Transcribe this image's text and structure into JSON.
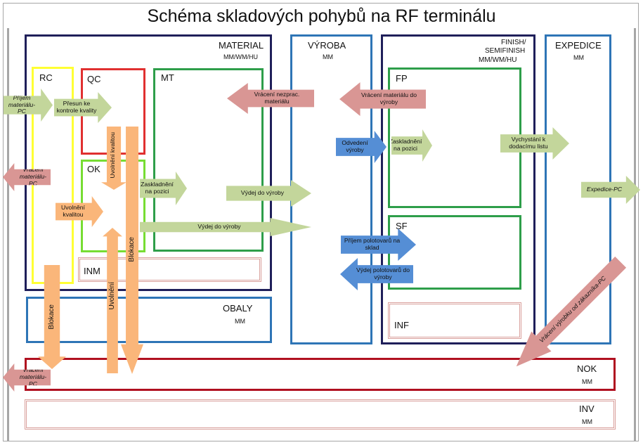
{
  "title": "Schéma skladových pohybů na RF terminálu",
  "areas": {
    "material": {
      "label": "MATERIAL",
      "sub": "MM/WM/HU"
    },
    "vyroba": {
      "label": "VÝROBA",
      "sub": "MM"
    },
    "finish": {
      "label_line1": "FINISH/",
      "label_line2": "SEMIFINISH",
      "sub": "MM/WM/HU"
    },
    "expedice": {
      "label": "EXPEDICE",
      "sub": "MM"
    },
    "rc": {
      "label": "RC"
    },
    "qc": {
      "label": "QC"
    },
    "mt": {
      "label": "MT"
    },
    "ok": {
      "label": "OK"
    },
    "inm": {
      "label": "INM"
    },
    "obaly": {
      "label": "OBALY",
      "sub": "MM"
    },
    "fp": {
      "label": "FP"
    },
    "sf": {
      "label": "SF"
    },
    "inf": {
      "label": "INF"
    },
    "nok": {
      "label": "NOK",
      "sub": "MM"
    },
    "inv": {
      "label": "INV",
      "sub": "MM"
    }
  },
  "arrows": {
    "prijem_materialu": "Příjem materiálu-PC",
    "presun_kontrole": "Přesun ke kontrole kvality",
    "vraceni_materialu_top": "Vrácení materiálu-PC",
    "uvolneni_kvalitou_h": "Uvolnění kvalitou",
    "uvolneni_kvalitou_v": "Uvolnění kvalitou",
    "blokace_mid": "Blokace",
    "uvolneni_v": "Uvolnění",
    "blokace_left": "Blokace",
    "vraceni_materialu_bottom": "Vrácení materiálu-PC",
    "zaskladneni_mt": "Zaskladnění na pozici",
    "vraceni_nezprac": "Vrácení nezprac. materiálu",
    "vydej_do_vyroby_1": "Výdej do výroby",
    "vydej_do_vyroby_2": "Výdej do výroby",
    "vraceni_materialu_do_vyroby": "Vrácení materiálu do výroby",
    "odvedeni_vyroby": "Odvedení výroby",
    "zaskladneni_fp": "Zaskladnění na pozici",
    "vychystani": "Vychystání k dodacímu listu",
    "expedice_pc": "Expedice-PC",
    "prijem_polotovaru": "Příjem polotovarů na sklad",
    "vydej_polotovaru": "Výdej polotovarů do výroby",
    "vraceni_vyrobku": "Vrácení výrobku od zákazníka-PC"
  },
  "colors": {
    "material_border": "#1f1f5a",
    "blue_border": "#2e75b6",
    "yellow": "#ffff33",
    "red": "#e03030",
    "green": "#2e9e4a",
    "light_green": "#77dd33",
    "pink": "#d9a09c",
    "dark_red": "#b01020"
  }
}
